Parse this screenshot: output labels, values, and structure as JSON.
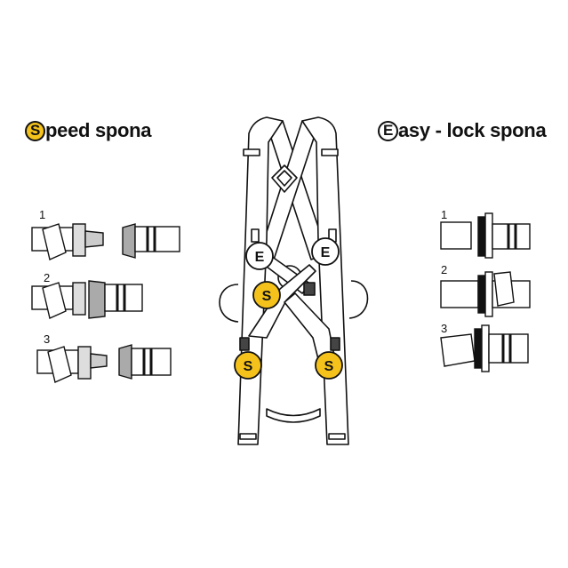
{
  "left_heading": {
    "badge": "S",
    "text": "peed spona"
  },
  "right_heading": {
    "badge": "E",
    "text": "asy - lock spona"
  },
  "left_steps": [
    "1",
    "2",
    "3"
  ],
  "right_steps": [
    "1",
    "2",
    "3"
  ],
  "harness_badges": {
    "easy_lock": "E",
    "speed": "S"
  },
  "colors": {
    "speed_badge": "#f5c21b",
    "easy_badge": "#ffffff",
    "line": "#111111"
  }
}
